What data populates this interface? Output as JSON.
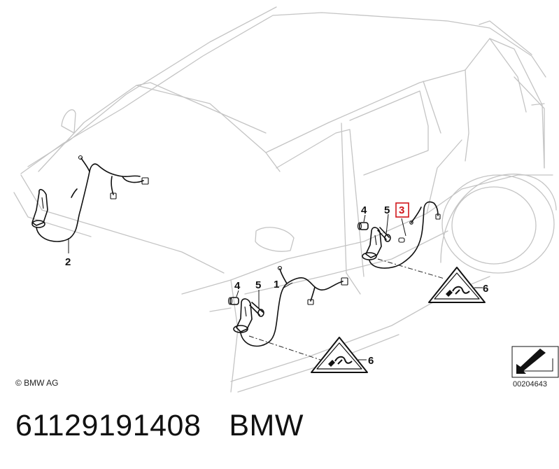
{
  "callouts": {
    "c1": "1",
    "c2": "2",
    "c3": "3",
    "c4a": "4",
    "c4b": "4",
    "c5a": "5",
    "c5b": "5",
    "c6a": "6",
    "c6b": "6"
  },
  "highlighted_callout": "3",
  "highlight_color": "#d0151b",
  "copyright": "© BMW AG",
  "figure_number": "00204643",
  "footer": {
    "part_number": "61129191408",
    "brand": "BMW"
  },
  "icons": [
    "warning-triangle-icon",
    "connector-plug-icon",
    "direction-arrow-icon"
  ]
}
